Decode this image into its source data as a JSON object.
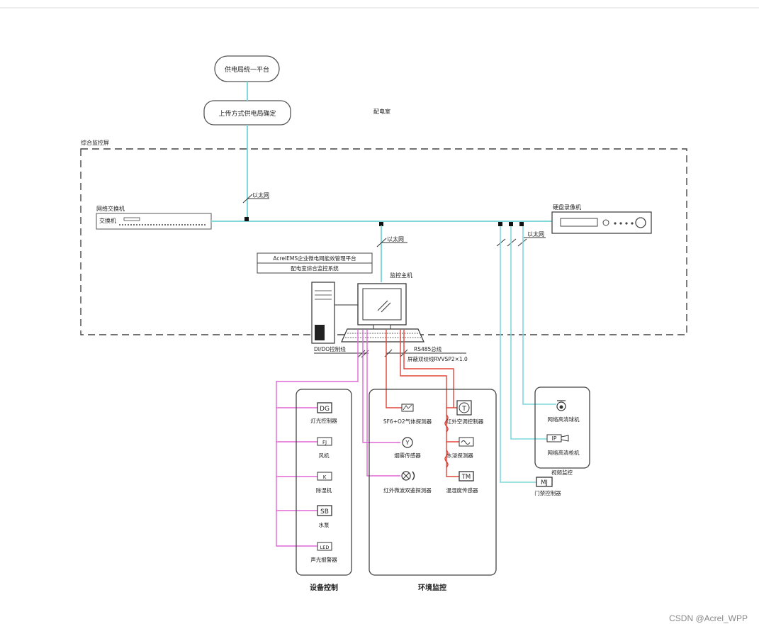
{
  "top_text": "",
  "labels": {
    "grid_platform": "供电局统一平台",
    "upload_method": "上传方式供电局确定",
    "substation_room": "配电室",
    "monitor_screen": "综合监控屏",
    "ethernet_1": "以太网",
    "ethernet_2": "以太网",
    "ethernet_3": "以太网",
    "net_switch_title": "网络交换机",
    "switch_label": "交换机",
    "nvr_title": "硬盘录像机",
    "platform_line1": "AcrelEMS企业微电网能效管理平台",
    "platform_line2": "配电室综合监控系统",
    "host_label": "监控主机",
    "dido_line": "DI/DO控制线",
    "rs485_line": "RS485总线",
    "shielded_line": "屏蔽双绞线RVVSP2×1.0",
    "equipment_control": "设备控制",
    "env_monitor": "环境监控",
    "video_monitor": "视频监控",
    "light_ctrl": "灯光控制器",
    "fan": "风机",
    "dehumidifier": "除湿机",
    "pump": "水泵",
    "alarm": "声光报警器",
    "sf6_sensor": "SF6+O2气体探测器",
    "smoke_sensor": "烟雾传感器",
    "ir_dual_sensor": "红外微波双鉴探测器",
    "ir_ac_ctrl": "红外空调控制器",
    "water_sensor": "水浸探测器",
    "temp_hum_sensor": "温湿度传感器",
    "dome_camera": "网络高清球机",
    "bullet_camera": "网络高清枪机",
    "door_ctrl": "门禁控制器"
  },
  "icon_codes": {
    "dg": "DG",
    "fj": "FJ",
    "k": "K",
    "sb": "SB",
    "led": "LED",
    "t": "T",
    "y": "Y",
    "tm": "TM",
    "ip": "IP",
    "mj": "MJ"
  },
  "watermark": "CSDN @Acrel_WPP",
  "colors": {
    "cyan_line": "#7fd8dc",
    "magenta_line": "#e066d6",
    "red_line": "#e0453a",
    "dash_border": "#444444",
    "ink": "#222222"
  }
}
